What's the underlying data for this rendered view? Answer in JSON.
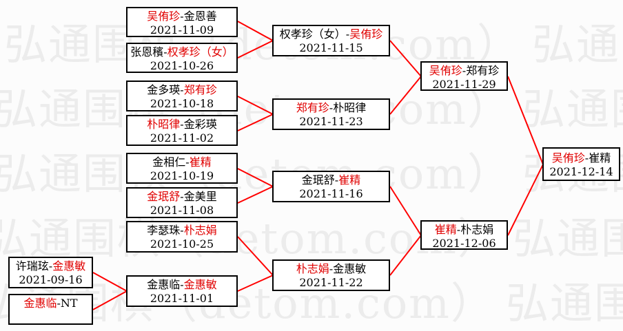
{
  "watermark": {
    "text": "弘通围棋（detom.com）"
  },
  "separator": "-",
  "colors": {
    "winner_text": "#e00000",
    "connector_line": "#ff0000",
    "box_border": "#000000",
    "watermark_text": "#ececec"
  },
  "matches": [
    {
      "p1": "许瑞玹",
      "p2": "金惠敏",
      "winner": "p2",
      "date": "2021-09-16"
    },
    {
      "p1": "金惠临",
      "p2": "NT",
      "winner": "p1",
      "date": ""
    },
    {
      "p1": "吴侑珍",
      "p2": "金恩善",
      "winner": "p1",
      "date": "2021-11-09"
    },
    {
      "p1": "张恩穦",
      "p2": "权孝珍（女）",
      "winner": "p2",
      "date": "2021-10-26"
    },
    {
      "p1": "金多瑛",
      "p2": "郑有珍",
      "winner": "p2",
      "date": "2021-10-18"
    },
    {
      "p1": "朴昭律",
      "p2": "金彩瑛",
      "winner": "p1",
      "date": "2021-11-02"
    },
    {
      "p1": "金相仁",
      "p2": "崔精",
      "winner": "p2",
      "date": "2021-10-19"
    },
    {
      "p1": "金珉舒",
      "p2": "金美里",
      "winner": "p1",
      "date": "2021-11-08"
    },
    {
      "p1": "李瑟珠",
      "p2": "朴志娟",
      "winner": "p2",
      "date": "2021-10-25"
    },
    {
      "p1": "金惠临",
      "p2": "金惠敏",
      "winner": "p2",
      "date": "2021-11-01"
    },
    {
      "p1": "权孝珍（女）",
      "p2": "吴侑珍",
      "winner": "p2",
      "date": "2021-11-15"
    },
    {
      "p1": "郑有珍",
      "p2": "朴昭律",
      "winner": "p1",
      "date": "2021-11-23"
    },
    {
      "p1": "金珉舒",
      "p2": "崔精",
      "winner": "p2",
      "date": "2021-11-16"
    },
    {
      "p1": "朴志娟",
      "p2": "金惠敏",
      "winner": "p1",
      "date": "2021-11-22"
    },
    {
      "p1": "吴侑珍",
      "p2": "郑有珍",
      "winner": "p1",
      "date": "2021-11-29"
    },
    {
      "p1": "崔精",
      "p2": "朴志娟",
      "winner": "p1",
      "date": "2021-12-06"
    },
    {
      "p1": "吴侑珍",
      "p2": "崔精",
      "winner": "p1",
      "date": "2021-12-14"
    }
  ]
}
